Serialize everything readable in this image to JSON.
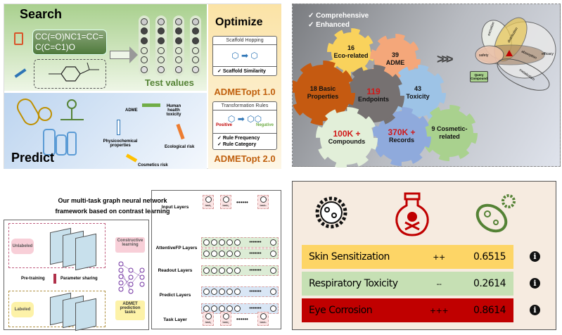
{
  "search": {
    "title": "Search",
    "smiles": "CC(=O)NC1=CC=C(C=C1)O",
    "test_values": "Test values"
  },
  "predict": {
    "title": "Predict",
    "cycle": [
      "ADME",
      "Human health toxicity",
      "Ecological risk",
      "Cosmetics risk",
      "Physicochemical properties"
    ]
  },
  "optimize": {
    "title": "Optimize",
    "card1": {
      "title": "Scaffold Hopping",
      "items": [
        "Scaffold Similarity"
      ]
    },
    "v1": "ADMETopt 1.0",
    "card2": {
      "title": "Transformation Rules",
      "positive": "Positive",
      "negative": "Negative",
      "items": [
        "Rule Frequency",
        "Rule Category"
      ]
    },
    "v2": "ADMETopt 2.0"
  },
  "database": {
    "checks": [
      "Comprehensive",
      "Enhanced"
    ],
    "gears": [
      {
        "num": "16",
        "label": "Eco-related",
        "color": "#f9d25c"
      },
      {
        "num": "39",
        "label": "ADME",
        "color": "#f4a77a"
      },
      {
        "num": "18 Basic",
        "label": "Properties",
        "color": "#c55a11"
      },
      {
        "num": "119",
        "label": "Endpoints",
        "color": "#767171"
      },
      {
        "num": "43",
        "label": "Toxicity",
        "color": "#9dc3e6"
      },
      {
        "num": "100K +",
        "label": "Compounds",
        "color": "#e2efd9"
      },
      {
        "num": "370K +",
        "label": "Records",
        "color": "#8faadc"
      },
      {
        "num": "9 Cosmetic-",
        "label": "related",
        "color": "#a9d18e"
      }
    ],
    "venn": [
      "excretion",
      "distribution",
      "safety",
      "absorption",
      "efficacy",
      "metabolism"
    ],
    "query": "Query Compound"
  },
  "model": {
    "title_line1": "Our multi-task graph neural network",
    "title_line2": "framework based on contrast learning",
    "unlabeled": "Unlabeled",
    "labeled": "Labeled",
    "constructive": "Constructive learning",
    "admet_tasks": "ADMET prediction tasks",
    "pretraining": "Pre-training",
    "sharing": "Parameter sharing",
    "layers": [
      "Input Layers",
      "AttentiveFP Layers",
      "Readout Layers",
      "Predict Layers",
      "Task Layer"
    ],
    "tasks": [
      "task₁",
      "task₂",
      "taskₙ"
    ]
  },
  "results": {
    "rows": [
      {
        "name": "Skin Sensitization",
        "sign": "++",
        "value": "0.6515",
        "color": "#fdd566"
      },
      {
        "name": "Respiratory Toxicity",
        "sign": "--",
        "value": "0.2614",
        "color": "#c6e0b4"
      },
      {
        "name": "Eye Corrosion",
        "sign": "+++",
        "value": "0.8614",
        "color": "#c00000"
      }
    ],
    "icons": [
      "virus-icon",
      "poison-bottle-icon",
      "bacteria-icon"
    ]
  }
}
